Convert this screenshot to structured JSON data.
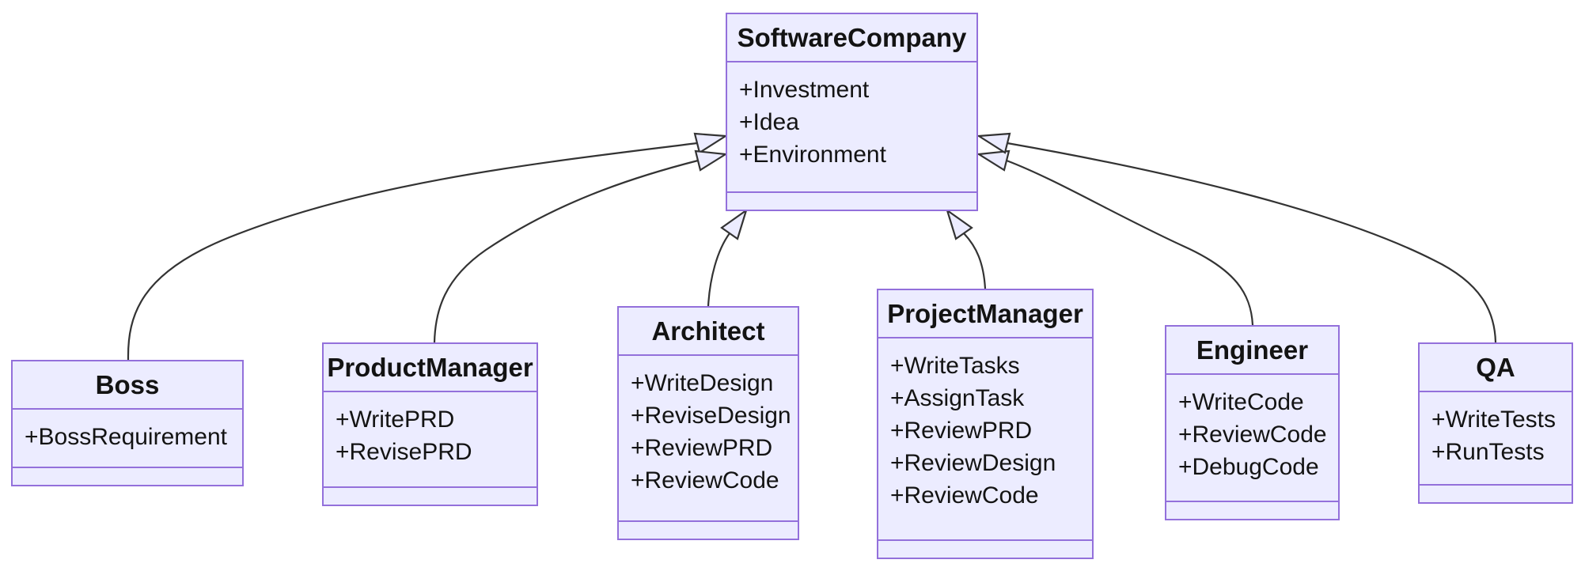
{
  "diagram": {
    "type": "uml-class-diagram",
    "background": "#ffffff",
    "colors": {
      "node_fill": "#ECECFF",
      "node_border": "#9370DB",
      "edge_line": "#333333",
      "text": "#131313"
    },
    "classes": [
      {
        "name": "SoftwareCompany",
        "members": [
          "+Investment",
          "+Idea",
          "+Environment"
        ]
      },
      {
        "name": "Boss",
        "members": [
          "+BossRequirement"
        ]
      },
      {
        "name": "ProductManager",
        "members": [
          "+WritePRD",
          "+RevisePRD"
        ]
      },
      {
        "name": "Architect",
        "members": [
          "+WriteDesign",
          "+ReviseDesign",
          "+ReviewPRD",
          "+ReviewCode"
        ]
      },
      {
        "name": "ProjectManager",
        "members": [
          "+WriteTasks",
          "+AssignTask",
          "+ReviewPRD",
          "+ReviewDesign",
          "+ReviewCode"
        ]
      },
      {
        "name": "Engineer",
        "members": [
          "+WriteCode",
          "+ReviewCode",
          "+DebugCode"
        ]
      },
      {
        "name": "QA",
        "members": [
          "+WriteTests",
          "+RunTests"
        ]
      }
    ],
    "relations": [
      {
        "from": "Boss",
        "to": "SoftwareCompany",
        "type": "inheritance"
      },
      {
        "from": "ProductManager",
        "to": "SoftwareCompany",
        "type": "inheritance"
      },
      {
        "from": "Architect",
        "to": "SoftwareCompany",
        "type": "inheritance"
      },
      {
        "from": "ProjectManager",
        "to": "SoftwareCompany",
        "type": "inheritance"
      },
      {
        "from": "Engineer",
        "to": "SoftwareCompany",
        "type": "inheritance"
      },
      {
        "from": "QA",
        "to": "SoftwareCompany",
        "type": "inheritance"
      }
    ]
  }
}
